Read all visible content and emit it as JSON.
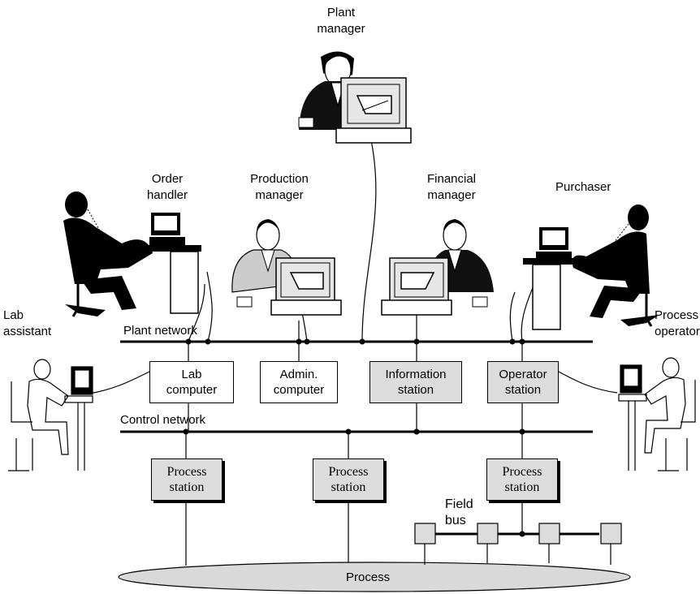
{
  "roles": {
    "plant_manager": [
      "Plant",
      "manager"
    ],
    "order_handler": [
      "Order",
      "handler"
    ],
    "production_manager": [
      "Production",
      "manager"
    ],
    "financial_manager": [
      "Financial",
      "manager"
    ],
    "purchaser": "Purchaser",
    "lab_assistant": [
      "Lab",
      "assistant"
    ],
    "process_operator": [
      "Process",
      "operator"
    ]
  },
  "networks": {
    "plant": "Plant network",
    "control": "Control network",
    "field_bus": [
      "Field",
      "bus"
    ]
  },
  "nodes": {
    "lab_computer": [
      "Lab",
      "computer"
    ],
    "admin_computer": [
      "Admin.",
      "computer"
    ],
    "information_station": [
      "Information",
      "station"
    ],
    "operator_station": [
      "Operator",
      "station"
    ],
    "process_station": [
      "Process",
      "station"
    ]
  },
  "process": "Process",
  "colors": {
    "station_fill": "#dcdcdc",
    "process_fill": "#d9d9d9",
    "line": "#000000"
  }
}
